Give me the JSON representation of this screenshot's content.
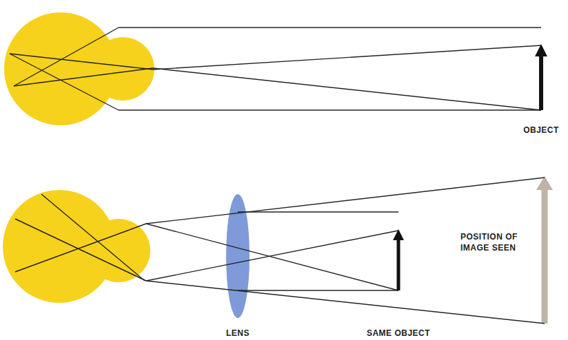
{
  "diagram": {
    "labels": [
      "OBJECT",
      "POSITION OF IMAGE SEEN",
      "LENS",
      "SAME OBJECT"
    ]
  }
}
